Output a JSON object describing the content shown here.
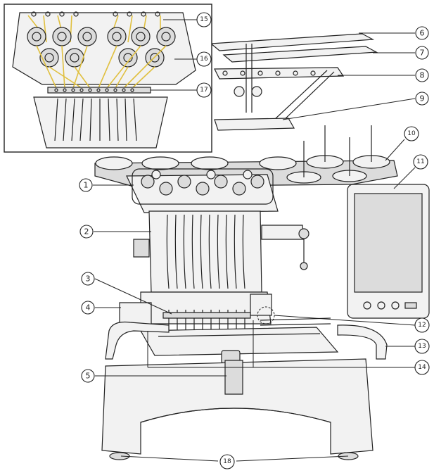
{
  "callouts": {
    "c1": "1",
    "c2": "2",
    "c3": "3",
    "c4": "4",
    "c5": "5",
    "c6": "6",
    "c7": "7",
    "c8": "8",
    "c9": "9",
    "c10": "10",
    "c11": "11",
    "c12": "12",
    "c13": "13",
    "c14": "14",
    "c15": "15",
    "c16": "16",
    "c17": "17",
    "c18": "18"
  },
  "colors": {
    "line": "#222222",
    "fill": "#f2f2f2",
    "fill_dark": "#dcdcdc",
    "thread": "#e0c040",
    "callout_circle": "#ffffff"
  }
}
